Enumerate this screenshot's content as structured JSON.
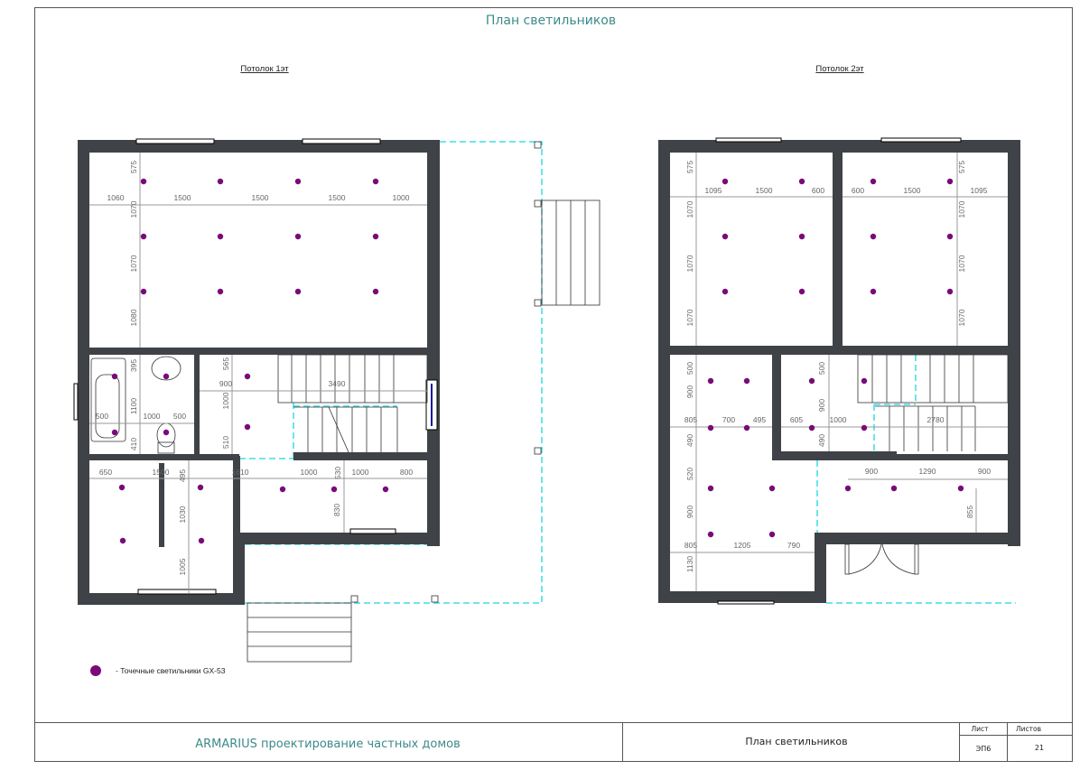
{
  "sheet_title": "План светильников",
  "floor1": {
    "title": "Потолок 1эт",
    "dims": [
      "1060",
      "1500",
      "1500",
      "1500",
      "1000",
      "575",
      "1070",
      "1070",
      "1080",
      "395",
      "1100",
      "410",
      "500",
      "1000",
      "500",
      "565",
      "900",
      "1000",
      "510",
      "3490",
      "650",
      "1500",
      "495",
      "1610",
      "1000",
      "530",
      "1000",
      "800",
      "1030",
      "830",
      "1005"
    ]
  },
  "floor2": {
    "title": "Потолок 2эт",
    "dims": [
      "575",
      "1095",
      "1500",
      "600",
      "600",
      "1500",
      "1095",
      "575",
      "1070",
      "1070",
      "1070",
      "1070",
      "1070",
      "1070",
      "500",
      "900",
      "805",
      "700",
      "495",
      "605",
      "1000",
      "500",
      "900",
      "490",
      "490",
      "2780",
      "520",
      "900",
      "900",
      "1290",
      "900",
      "855",
      "805",
      "1205",
      "790",
      "1130"
    ]
  },
  "legend": {
    "label": "- Точечные светильники GX-53",
    "color": "#7a0a7a"
  },
  "title_block": {
    "company": "ARMARIUS проектирование частных домов",
    "drawing_name": "План светильников",
    "sheet_label": "Лист",
    "sheets_label": "Листов",
    "sheet_value": "ЭП6",
    "sheets_value": "21"
  }
}
